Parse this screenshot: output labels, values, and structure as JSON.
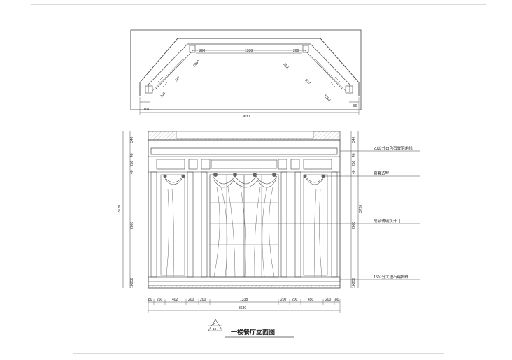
{
  "plan": {
    "dims": {
      "top_center": "1338",
      "left_small": "200",
      "right_small": "200",
      "diag_left_1": "347",
      "diag_left_2": "1000",
      "diag_left_3": "300",
      "diag_right_1": "817",
      "diag_right_2": "259",
      "diag_right_3": "1380",
      "left_edge": "104",
      "right_edge": "80",
      "total": "3630"
    }
  },
  "elevation": {
    "annotations": [
      "20公分白色石膏阴角线",
      "窗套造型",
      "成品玻璃双开门",
      "15公分大理石踢脚线"
    ],
    "left_dims": {
      "overall": "3720",
      "top": "340",
      "band1": "40",
      "band2": "250",
      "band3": "40",
      "middle": "2060",
      "bottom1": "50",
      "bottom2": "100"
    },
    "right_dims": {
      "overall": "3720",
      "top": "340",
      "band1": "40",
      "band2": "250",
      "band3": "40",
      "middle": "2060",
      "bottom1": "50",
      "bottom2": "100"
    },
    "bottom_dims": [
      "80",
      "260",
      "402",
      "200",
      "200",
      "1338",
      "200",
      "200",
      "450",
      "200",
      "80"
    ],
    "bottom_total": "3630"
  },
  "title": {
    "text": "一楼餐厅立面图",
    "tag_top": "P",
    "tag_bottom": "13"
  }
}
